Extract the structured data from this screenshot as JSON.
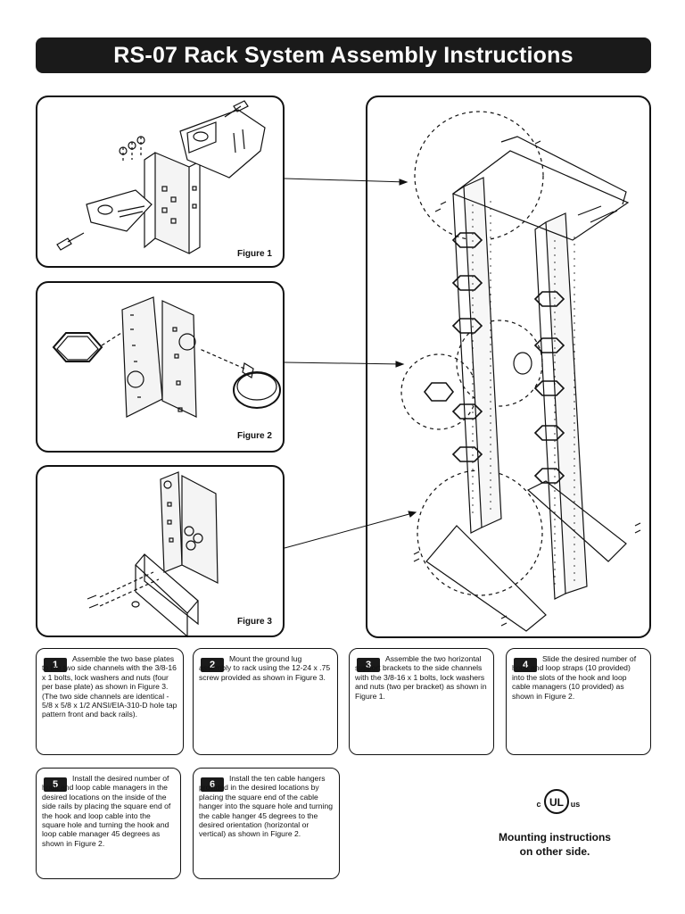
{
  "title": "RS-07 Rack System Assembly Instructions",
  "figures": {
    "figure1": "Figure 1",
    "figure2": "Figure 2",
    "figure3": "Figure 3"
  },
  "steps": [
    {
      "number": "1",
      "text": "Assemble the two base plates to the two side channels with the 3/8-16 x 1 bolts, lock washers and nuts (four per base plate) as shown in Figure 3.  (The two side channels are identical - 5/8 x 5/8 x 1/2 ANSI/EIA-310-D hole tap pattern front and back rails)."
    },
    {
      "number": "2",
      "text": "Mount the ground lug assembly to rack using the 12-24 x .75 screw provided as shown in Figure 3."
    },
    {
      "number": "3",
      "text": "Assemble the two horizontal support  brackets to the side channels with the 3/8-16 x 1 bolts, lock washers and nuts (two per bracket) as shown in Figure 1."
    },
    {
      "number": "4",
      "text": "Slide the desired number of hook and loop straps (10 provided) into the slots of the hook and loop cable managers (10 provided) as shown in Figure 2."
    },
    {
      "number": "5",
      "text": "Install the desired number of hook and loop cable managers in the desired locations on the inside of the side rails by placing the square end of the hook and loop cable into the square hole and turning the hook and loop cable manager 45 degrees as shown in Figure 2."
    },
    {
      "number": "6",
      "text": "Install the ten cable hangers provided in the desired locations by placing the square end of the cable hanger into the square hole and turning the cable hanger 45 degrees to the desired orientation (horizontal or vertical) as shown in Figure 2."
    }
  ],
  "certification": {
    "left": "c",
    "center": "UL",
    "right": "us"
  },
  "mounting_note": {
    "line1": "Mounting instructions",
    "line2": "on other side."
  },
  "icons": [
    "ul-certification-mark"
  ],
  "colors": {
    "title_bg": "#1a1a1a",
    "border": "#111111"
  }
}
